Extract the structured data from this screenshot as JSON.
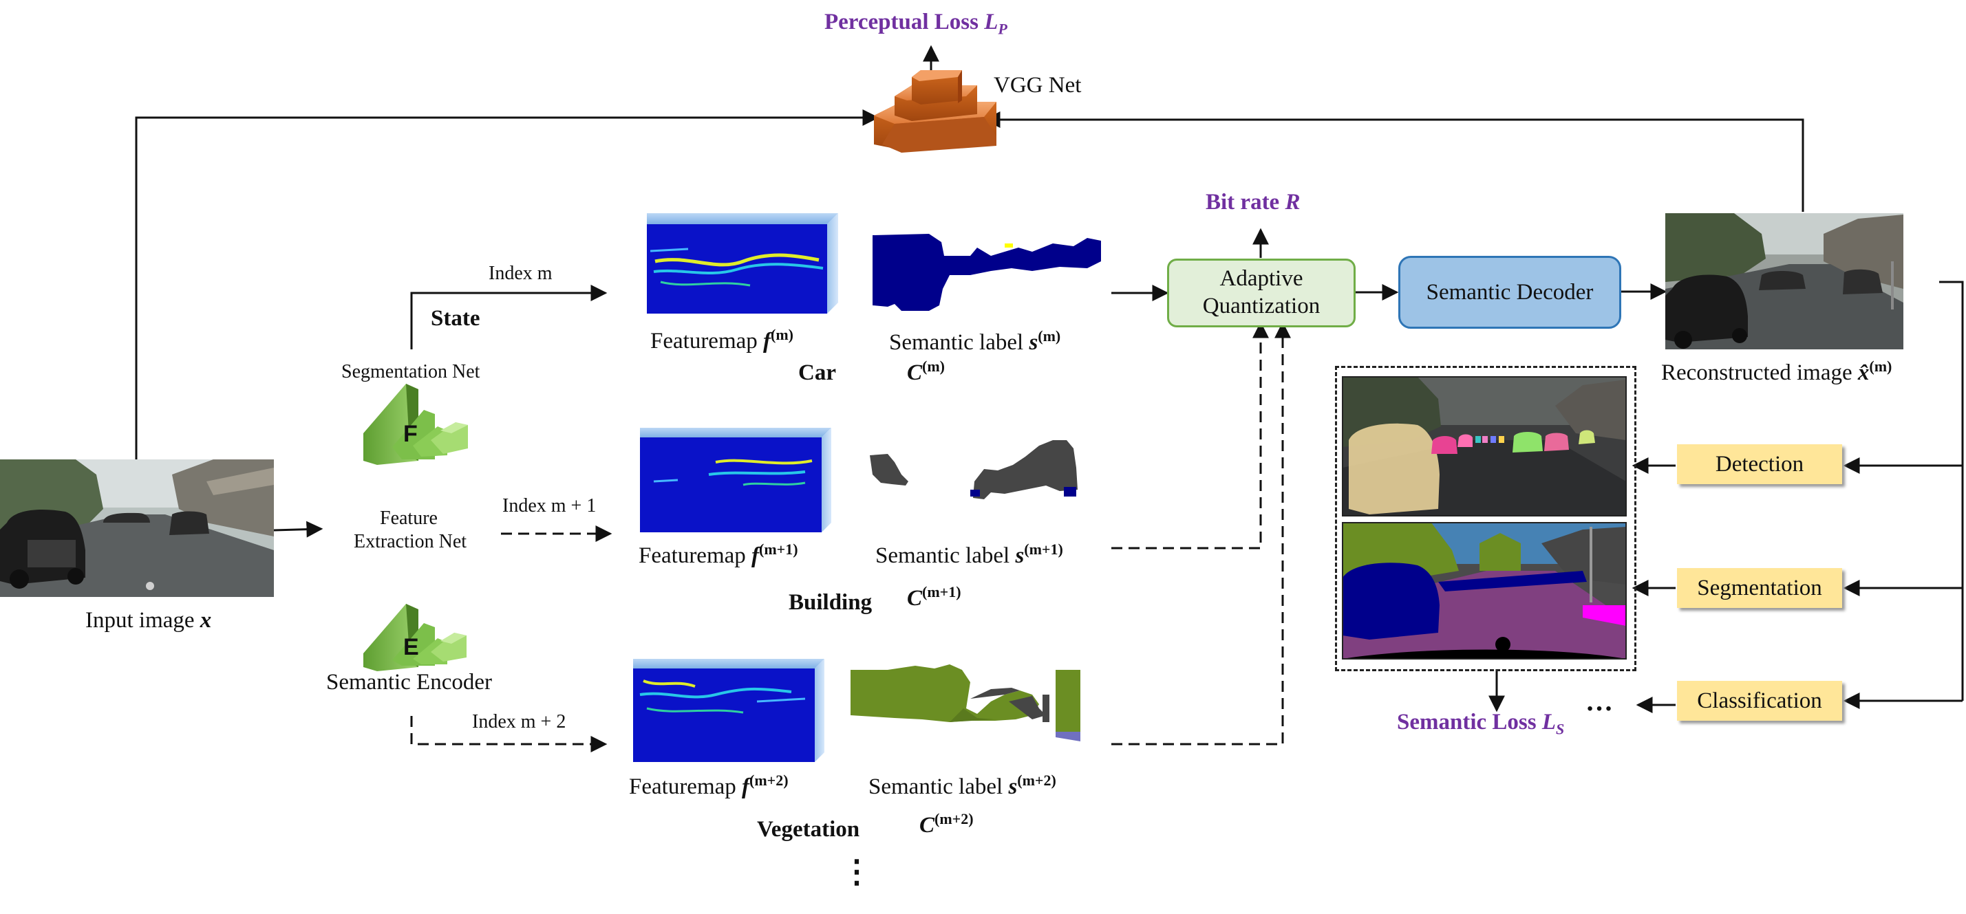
{
  "top": {
    "perceptual_loss": "Perceptual Loss",
    "perceptual_symbol": "L",
    "perceptual_sub": "P",
    "vgg_label": "VGG Net",
    "bit_rate": "Bit rate",
    "bit_rate_symbol": "R"
  },
  "input": {
    "label": "Input image",
    "symbol": "x"
  },
  "encoder": {
    "segmentation_net": "Segmentation Net",
    "feature_extraction_line1": "Feature",
    "feature_extraction_line2": "Extraction Net",
    "semantic_encoder": "Semantic Encoder",
    "letter_f": "F",
    "letter_e": "E",
    "state": "State"
  },
  "index_labels": {
    "m": "Index m",
    "m1": "Index m + 1",
    "m2": "Index m + 2"
  },
  "panels": [
    {
      "featuremap": "Featuremap",
      "f_sym": "f",
      "f_sup": "(m)",
      "semantic": "Semantic label",
      "s_sym": "s",
      "s_sup": "(m)",
      "class_name": "Car",
      "c_sym": "C",
      "c_sup": "(m)"
    },
    {
      "featuremap": "Featuremap",
      "f_sym": "f",
      "f_sup": "(m+1)",
      "semantic": "Semantic label",
      "s_sym": "s",
      "s_sup": "(m+1)",
      "class_name": "Building",
      "c_sym": "C",
      "c_sup": "(m+1)"
    },
    {
      "featuremap": "Featuremap",
      "f_sym": "f",
      "f_sup": "(m+2)",
      "semantic": "Semantic label",
      "s_sym": "s",
      "s_sup": "(m+2)",
      "class_name": "Vegetation",
      "c_sym": "C",
      "c_sup": "(m+2)"
    }
  ],
  "vertical_dots": "⋮",
  "quantization": {
    "line1": "Adaptive",
    "line2": "Quantization"
  },
  "decoder": {
    "label": "Semantic Decoder"
  },
  "output": {
    "label": "Reconstructed image",
    "symbol": "x̂",
    "sup": "(m)"
  },
  "tasks": {
    "detection": "Detection",
    "segmentation": "Segmentation",
    "classification": "Classification",
    "ellipsis": "…"
  },
  "semantic_loss": {
    "label": "Semantic Loss",
    "symbol": "L",
    "sub": "S"
  },
  "colors": {
    "panel_bg": "#d9e2f3",
    "green_box": "#e2efd9",
    "green_border": "#70ad47",
    "blue_box": "#9dc3e6",
    "blue_border": "#2e75b6",
    "yellow_box": "#ffe699",
    "loss_text": "#7030a0",
    "vgg_orange": "#c55a11"
  }
}
